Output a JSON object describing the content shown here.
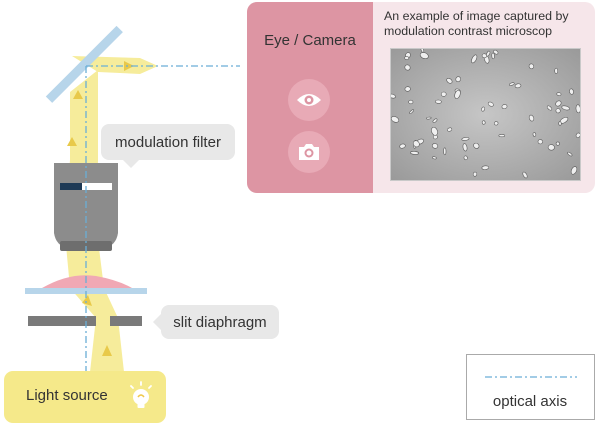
{
  "labels": {
    "modulation_filter": "modulation filter",
    "slit_diaphragm": "slit diaphragm",
    "light_source": "Light source",
    "eye_camera": "Eye / Camera",
    "example_caption": "An example of image captured by modulation contrast microscop",
    "optical_axis": "optical axis"
  },
  "icons": {
    "eye": "eye-icon",
    "camera": "camera-icon",
    "bulb": "light-bulb-icon"
  },
  "colors": {
    "light_beam": "#f5e98a",
    "optical_axis": "#6aaed6",
    "mirror": "#b7d5ea",
    "objective": "#8c8c8c",
    "panel_accent": "#dd95a3",
    "panel_bg": "#f6e6ea",
    "label_bg": "#e8e8e8"
  }
}
